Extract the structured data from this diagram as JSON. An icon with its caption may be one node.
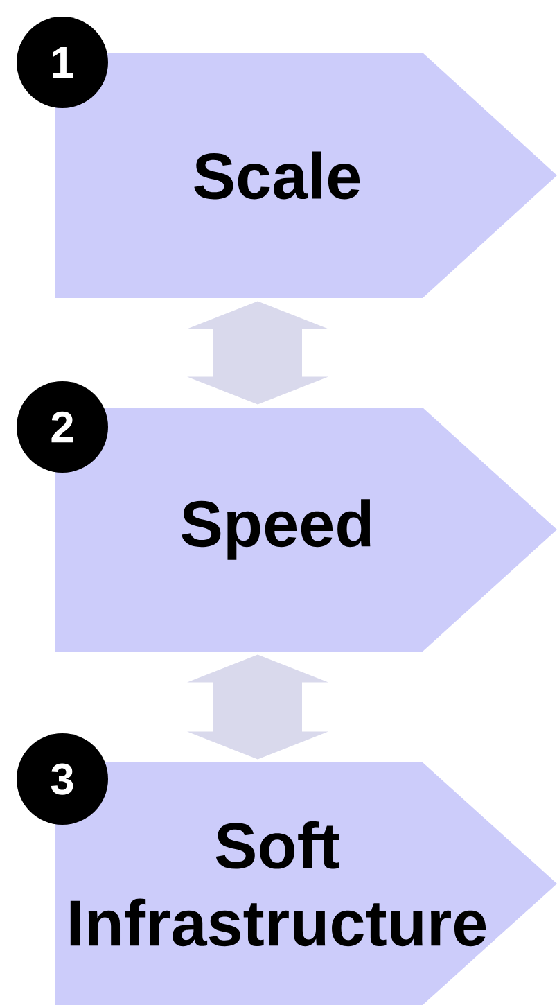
{
  "diagram": {
    "nodes": [
      {
        "text": [
          "1"
        ]
      },
      {
        "text": [
          "Scale"
        ]
      },
      {
        "text": [
          "2"
        ]
      },
      {
        "text": [
          "Speed"
        ]
      },
      {
        "text": [
          "3"
        ]
      },
      {
        "text": [
          "Soft Infrastructure"
        ]
      }
    ],
    "edges": [
      {
        "from": 1,
        "to": 3,
        "arrow": "both"
      },
      {
        "from": 3,
        "to": 5,
        "arrow": "both"
      }
    ]
  }
}
